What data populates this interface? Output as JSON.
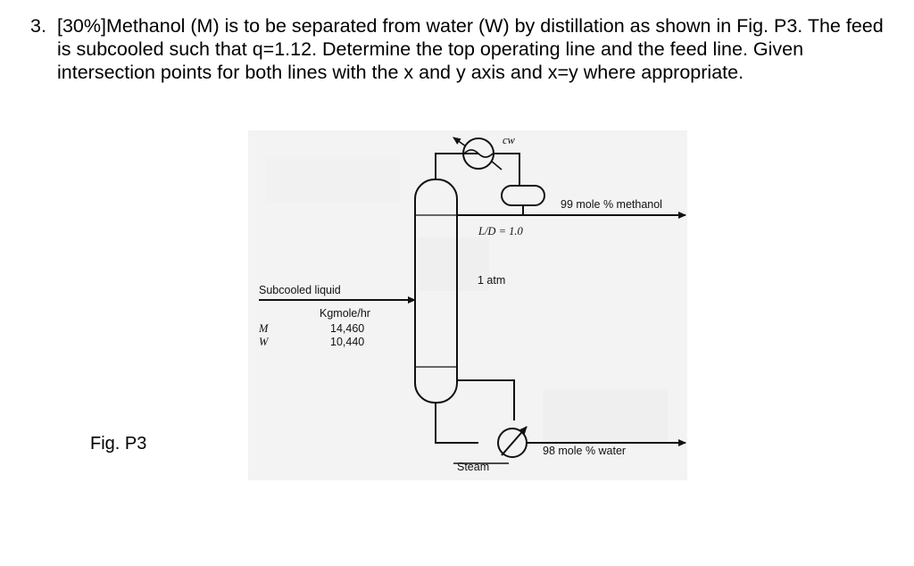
{
  "question": {
    "number": "3.",
    "text": "[30%]Methanol (M) is to be separated from water (W) by distillation as shown in Fig. P3. The feed is subcooled such that q=1.12.  Determine the top operating line and the feed line.  Given intersection points for both lines with the x and y axis and x=y where appropriate."
  },
  "figure": {
    "caption": "Fig. P3",
    "cw_label": "cw",
    "top_product": "99 mole % methanol",
    "reflux_ratio": "L/D = 1.0",
    "pressure": "1 atm",
    "feed_label": "Subcooled liquid",
    "feed_units": "Kgmole/hr",
    "components": [
      {
        "symbol": "M",
        "flow": "14,460"
      },
      {
        "symbol": "W",
        "flow": "10,440"
      }
    ],
    "bottom_product": "98 mole % water",
    "steam_label": "Steam"
  },
  "colors": {
    "background_scan": "#f3f3f3",
    "line": "#111111"
  }
}
